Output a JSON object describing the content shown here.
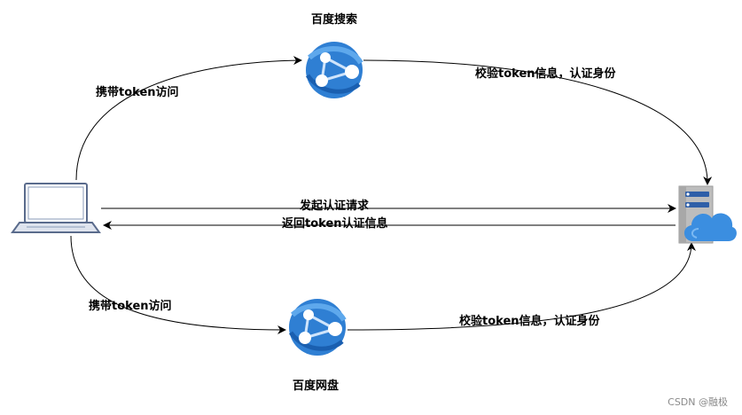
{
  "nodes": {
    "top_service": {
      "label": "百度搜索",
      "icon": "web-app-icon"
    },
    "bottom_service": {
      "label": "百度网盘",
      "icon": "web-app-icon"
    },
    "client": {
      "icon": "laptop-icon"
    },
    "server": {
      "icon": "cloud-server-icon"
    }
  },
  "edges": {
    "client_to_top": "携带token访问",
    "top_to_server": "校验token信息，认证身份",
    "client_to_server": "发起认证请求",
    "server_to_client": "返回token认证信息",
    "client_to_bottom": "携带token访问",
    "bottom_to_server": "校验token信息，认证身份"
  },
  "watermark": "CSDN @融极",
  "colors": {
    "azure_blue": "#2f7fd3",
    "azure_light": "#5ea8ec",
    "server_gray": "#b9b9b9",
    "line": "#000000"
  }
}
